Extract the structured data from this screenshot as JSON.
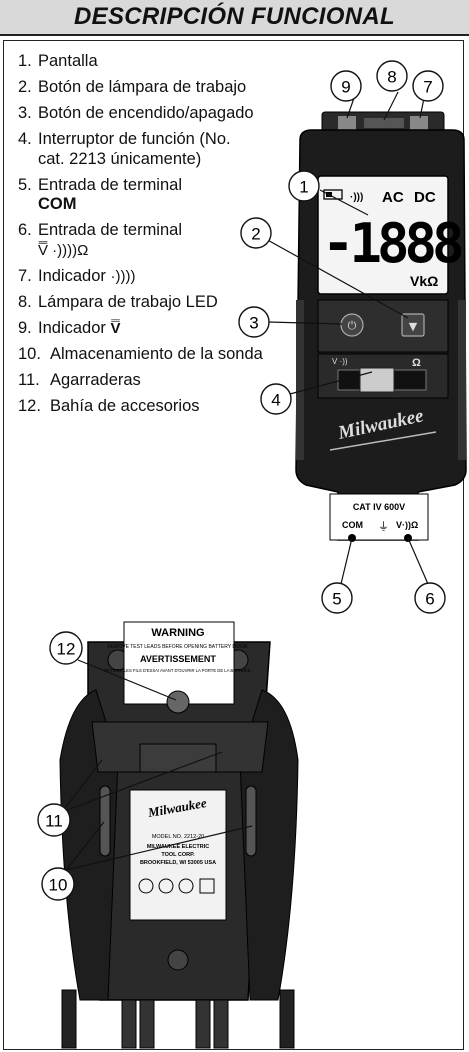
{
  "title": "DESCRIPCIÓN FUNCIONAL",
  "items": [
    {
      "num": "1.",
      "text": "Pantalla"
    },
    {
      "num": "2.",
      "text": "Botón de lámpara de trabajo"
    },
    {
      "num": "3.",
      "text": "Botón de encendido/apagado"
    },
    {
      "num": "4.",
      "text": "Interruptor de función (No. cat. 2213 únicamente)"
    },
    {
      "num": "5.",
      "text": "Entrada de terminal",
      "bold": "COM"
    },
    {
      "num": "6.",
      "text": "Entrada de terminal",
      "symbol": "V̿ ·))))Ω"
    },
    {
      "num": "7.",
      "text": "Indicador",
      "symbol": "·))))"
    },
    {
      "num": "8.",
      "text": "Lámpara de trabajo LED"
    },
    {
      "num": "9.",
      "text": "Indicador",
      "symbol": "V̿"
    },
    {
      "num": "10.",
      "text": "Almacenamiento de la sonda"
    },
    {
      "num": "11.",
      "text": "Agarraderas"
    },
    {
      "num": "12.",
      "text": "Bahía de accesorios"
    }
  ],
  "callouts": [
    "1",
    "2",
    "3",
    "4",
    "5",
    "6",
    "7",
    "8",
    "9",
    "10",
    "11",
    "12"
  ],
  "meter": {
    "display_ac": "AC",
    "display_dc": "DC",
    "display_digits": "-1888",
    "display_units": "VkΩ",
    "brand": "Milwaukee",
    "cat_rating": "CAT IV 600V",
    "terminal_com": "COM",
    "terminal_v": "V·))Ω",
    "switch_label": "Ω"
  },
  "back": {
    "warning_title": "WARNING",
    "warning_text": "REMOVE TEST LEADS BEFORE OPENING BATTERY DOOR.",
    "avert_title": "AVERTISSEMENT",
    "avert_text": "RETIRER LES FILS D'ESSAI AVANT D'OUVRIR LA PORTE DE LA BATTERIE.",
    "brand": "Milwaukee",
    "model": "MODEL NO. 2212-20",
    "maker1": "MILWAUKEE ELECTRIC",
    "maker2": "TOOL CORP.",
    "maker3": "BROOKFIELD, WI 53005 USA"
  }
}
